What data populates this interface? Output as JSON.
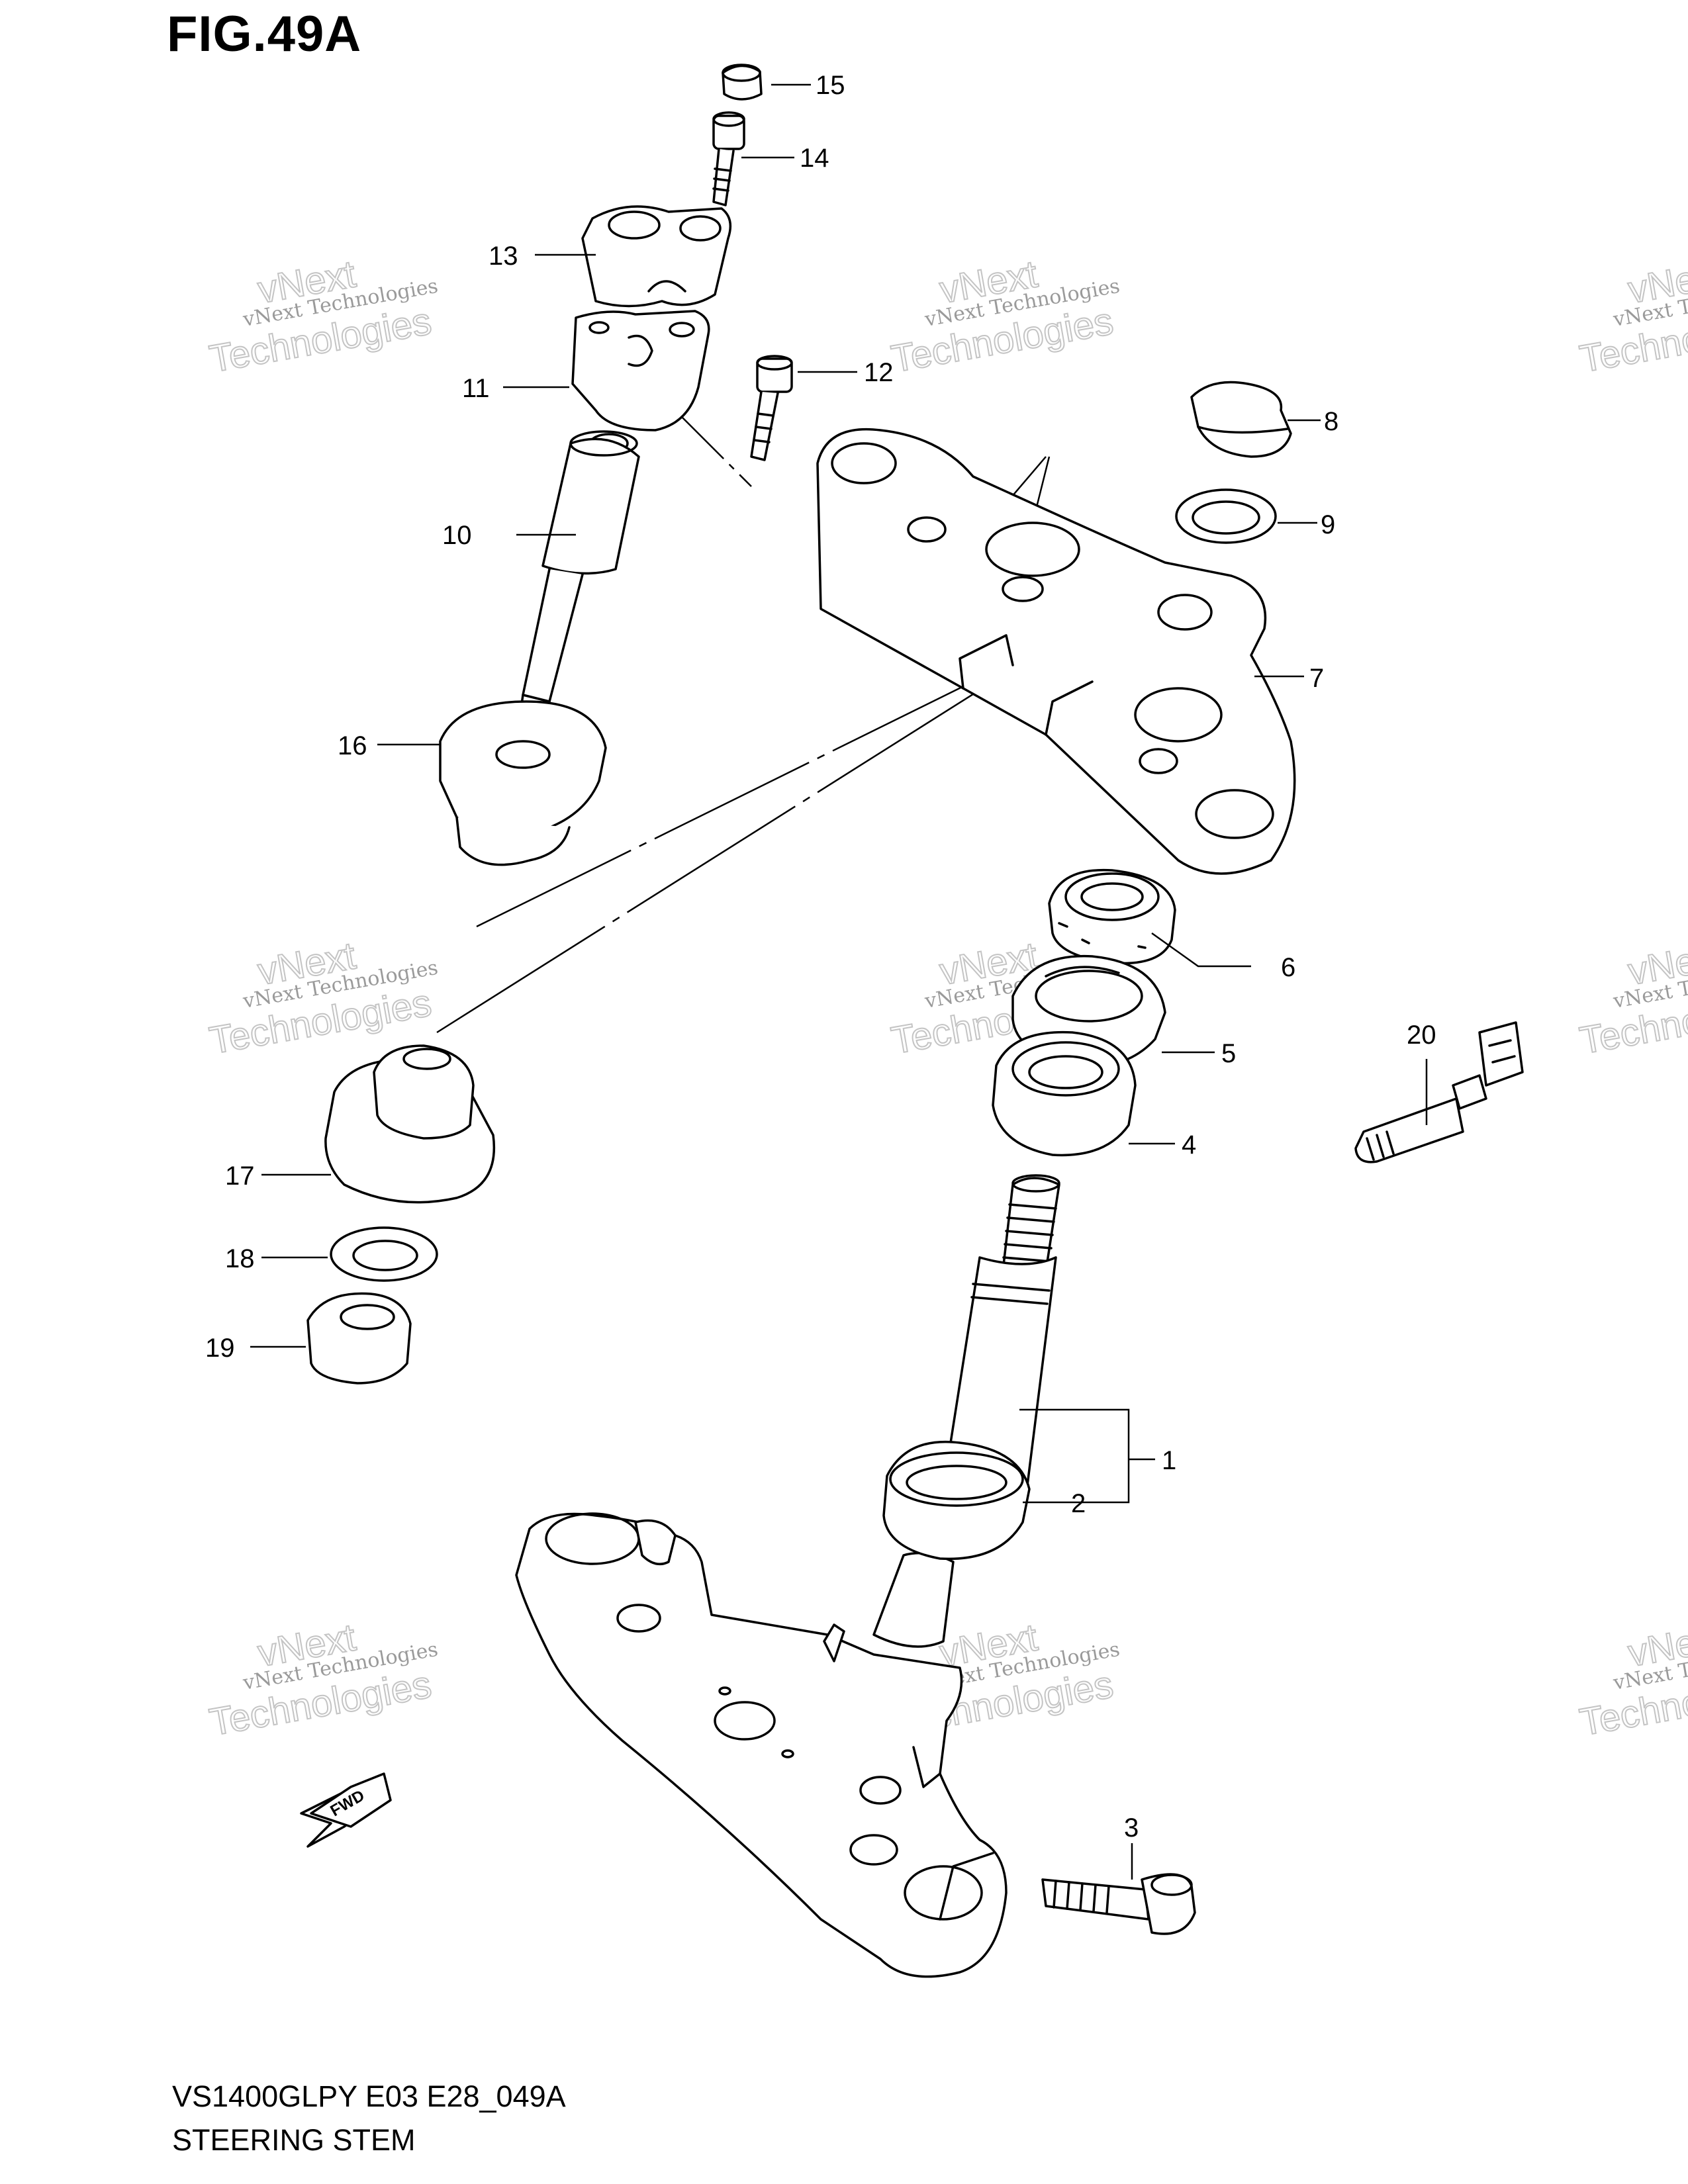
{
  "figure": {
    "title": "FIG.49A"
  },
  "footer": {
    "code": "VS1400GLPY E03 E28_049A",
    "name": "STEERING STEM"
  },
  "fwd_label": "FWD",
  "watermark": {
    "line1": "vNext Technologies",
    "line2": "Technologies",
    "line3": "vNext"
  },
  "callouts": [
    "1",
    "2",
    "3",
    "4",
    "5",
    "6",
    "7",
    "8",
    "9",
    "10",
    "11",
    "12",
    "13",
    "14",
    "15",
    "16",
    "17",
    "18",
    "19",
    "20"
  ]
}
